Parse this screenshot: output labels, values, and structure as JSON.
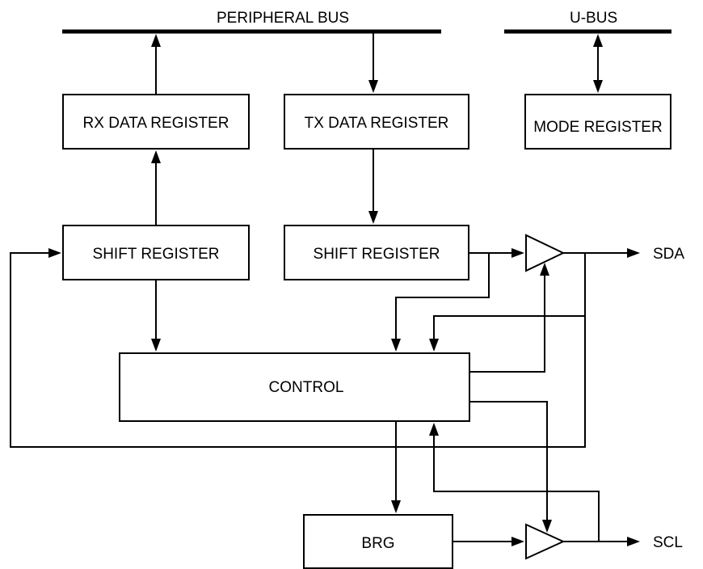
{
  "buses": {
    "peripheral": "PERIPHERAL BUS",
    "ubus": "U-BUS"
  },
  "blocks": {
    "rx_data_register": "RX DATA REGISTER",
    "tx_data_register": "TX DATA REGISTER",
    "mode_register": "MODE REGISTER",
    "rx_shift_register": "SHIFT REGISTER",
    "tx_shift_register": "SHIFT REGISTER",
    "control": "CONTROL",
    "brg": "BRG"
  },
  "signals": {
    "sda": "SDA",
    "scl": "SCL"
  }
}
